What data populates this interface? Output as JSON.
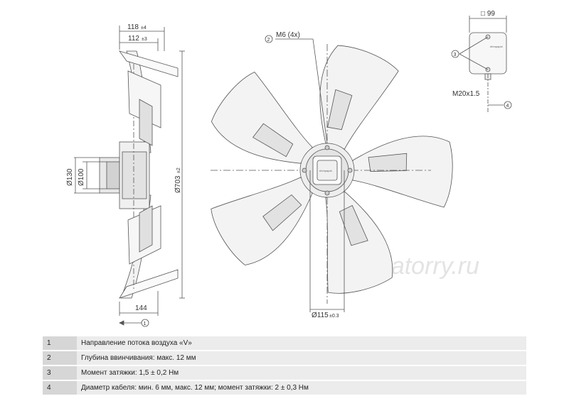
{
  "side_view": {
    "dim_overall_depth": "118",
    "dim_overall_depth_tol": "±4",
    "dim_blade_depth": "112",
    "dim_blade_depth_tol": "±3",
    "dim_hub_outer_dia": "Ø130",
    "dim_hub_inner_dia": "Ø100",
    "dim_fan_dia": "Ø703",
    "dim_fan_dia_tol": "±2",
    "dim_bottom_depth": "144",
    "callout_airflow": "1"
  },
  "front_view": {
    "callout_screw": "2",
    "label_screw": "M6 (4x)",
    "dim_center_dia": "Ø115",
    "dim_center_dia_tol": "±0.3",
    "watermark": "ventiatorry.ru"
  },
  "terminal_box": {
    "dim_box_size": "□ 99",
    "callout_torque": "3",
    "label_gland": "M20x1.5",
    "callout_cable": "4",
    "brand_text": "ebmpapst"
  },
  "notes": [
    {
      "num": "1",
      "text": "Направление потока воздуха «V»"
    },
    {
      "num": "2",
      "text": "Глубина ввинчивания: макс. 12 мм"
    },
    {
      "num": "3",
      "text": "Момент затяжки: 1,5 ± 0,2 Нм"
    },
    {
      "num": "4",
      "text": "Диаметр кабеля: мин. 6 мм, макс. 12 мм; момент затяжки: 2 ± 0,3 Нм"
    }
  ]
}
